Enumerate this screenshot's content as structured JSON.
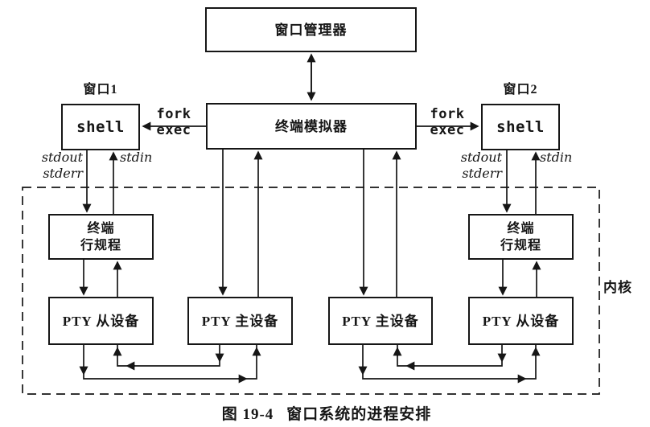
{
  "figure": {
    "caption_number": "图 19-4",
    "caption_title": "窗口系统的进程安排",
    "ink_color": "#161616",
    "background": "#ffffff"
  },
  "nodes": {
    "window_manager": "窗口管理器",
    "terminal_emulator": "终端模拟器",
    "shell": "shell",
    "line_discipline_line1": "终端",
    "line_discipline_line2": "行规程",
    "pty_master": "PTY 主设备",
    "pty_slave": "PTY 从设备"
  },
  "labels": {
    "window1": "窗口1",
    "window2": "窗口2",
    "fork": "fork",
    "exec": "exec",
    "stdout": "stdout",
    "stderr": "stderr",
    "stdin": "stdin",
    "kernel": "内核"
  }
}
